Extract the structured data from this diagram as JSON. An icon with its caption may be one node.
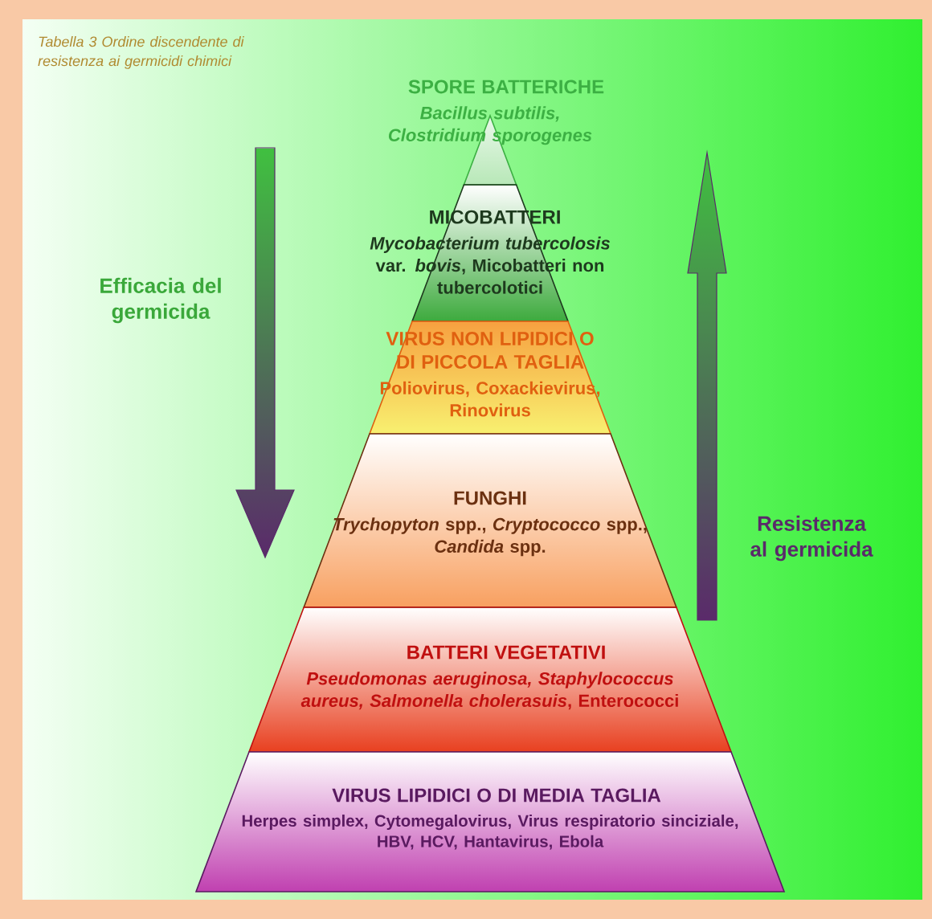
{
  "diagram": {
    "title": "Tabella 3 Ordine discendente di resistenza ai germicidi chimici",
    "nodes": [
      {
        "text": [
          "SPORE BATTERICHE",
          "Bacillus subtilis, Clostridium sporogenes"
        ]
      },
      {
        "text": [
          "MICOBATTERI",
          "*Mycobacterium tubercolosis* var. *bovis*, Micobatteri non tubercolotici"
        ]
      },
      {
        "text": [
          "VIRUS NON LIPIDICI O DI PICCOLA TAGLIA",
          "Poliovirus, Coxackievirus, Rinovirus"
        ]
      },
      {
        "text": [
          "FUNGHI",
          "*Trychopyton* spp., *Cryptococco* spp., *Candida* spp."
        ]
      },
      {
        "text": [
          "BATTERI VEGETATIVI",
          "*Pseudomonas aeruginosa, Staphylococcus aureus, Salmonella cholerasuis*, Enterococci"
        ]
      },
      {
        "text": [
          "VIRUS LIPIDICI O DI MEDIA TAGLIA",
          "Herpes simplex, Cytomegalovirus, Virus respiratorio sinciziale, HBV, HCV, Hantavirus, Ebola"
        ]
      }
    ],
    "labels": [
      "Efficacia del germicida",
      "Resistenza al germicida"
    ]
  }
}
